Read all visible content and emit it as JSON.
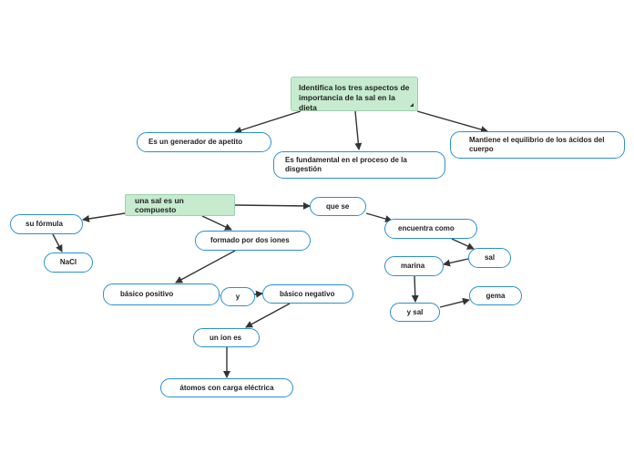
{
  "root": "Identifica los tres aspectos de importancia de la sal en la dieta",
  "aspects": {
    "apetito": "Es un generador de apetito",
    "digestion": "Es fundamental en el proceso de la disgestión",
    "equilibrio": "Mantiene el equilibrio de los ácidos del cuerpo"
  },
  "compuesto": {
    "main": "una sal es un compuesto",
    "formula_label": "su fórmula",
    "formula": "NaCl",
    "formado": "formado por dos iones",
    "positivo": "básico positivo",
    "y": "y",
    "negativo": "básico negativo",
    "ion": "un ion es",
    "atomos": "átomos con carga eléctrica",
    "que_se": "que se",
    "encuentra": "encuentra como",
    "sal": "sal",
    "marina": "marina",
    "y_sal": "y sal",
    "gema": "gema"
  },
  "colors": {
    "root_fill": "#c6ebcf",
    "node_border": "#2a8fd0",
    "arrow": "#333333"
  }
}
